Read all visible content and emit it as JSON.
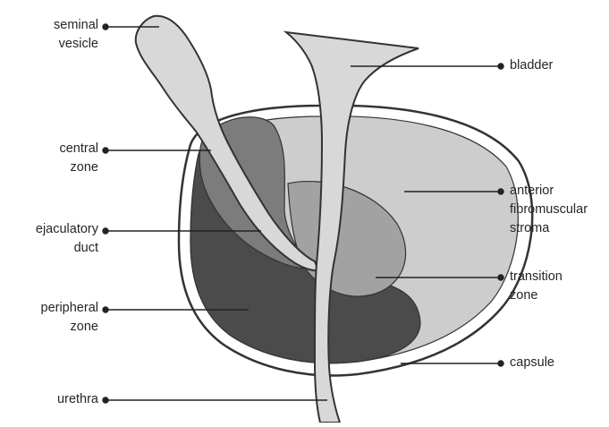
{
  "colors": {
    "outline": "#333333",
    "peripheral_zone": "#4b4b4b",
    "central_zone": "#7c7c7c",
    "transition_zone": "#a2a2a2",
    "anterior_stroma": "#cdcdcd",
    "vesicle_duct_urethra": "#d8d8d8",
    "leader": "#222222"
  },
  "labels": {
    "seminal_vesicle": [
      "seminal",
      "vesicle"
    ],
    "central_zone": [
      "central",
      "zone"
    ],
    "ejaculatory_duct": [
      "ejaculatory",
      "duct"
    ],
    "peripheral_zone": [
      "peripheral",
      "zone"
    ],
    "urethra": [
      "urethra"
    ],
    "bladder": [
      "bladder"
    ],
    "anterior_fibromuscular_stroma": [
      "anterior",
      "fibromuscular",
      "stroma"
    ],
    "transition_zone": [
      "transition",
      "zone"
    ],
    "capsule": [
      "capsule"
    ]
  }
}
